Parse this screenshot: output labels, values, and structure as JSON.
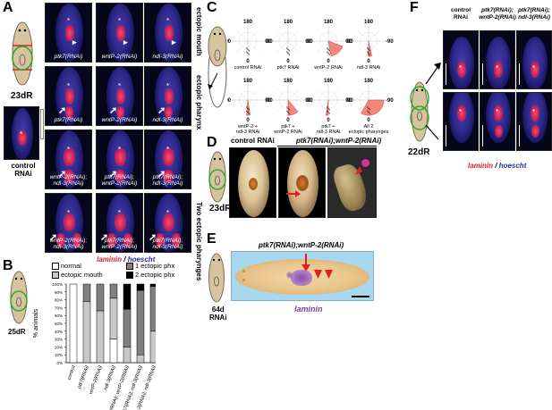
{
  "panels": {
    "A": {
      "letter": "A",
      "timepoint": "23dR",
      "control_caption_1": "control",
      "control_caption_2": "RNAi",
      "rows": [
        {
          "label": "ectopic mouth",
          "cells": [
            "ptk7(RNAi)",
            "wntP-2(RNAi)",
            "ndl-3(RNAi)"
          ]
        },
        {
          "label": "ectopic pharynx",
          "cells": [
            "ptk7(RNAi)",
            "wntP-2(RNAi)",
            "ndl-3(RNAi)"
          ]
        },
        {
          "label": "",
          "cells": [
            [
              "wntP-2(RNAi);",
              "ndl-3(RNAi)"
            ],
            [
              "ptk7(RNAi);",
              "wntP-2(RNAi)"
            ],
            [
              "ptk7(RNAi);",
              "ndl-3(RNAi)"
            ]
          ]
        },
        {
          "label": "Two ectopic pharynges",
          "cells": [
            [
              "wntP-2(RNAi);",
              "ndl-3(RNAi)"
            ],
            [
              "ptk7(RNAi);",
              "wntP-2(RNAi)"
            ],
            [
              "ptk7(RNAi);",
              "ndl-3(RNAi)"
            ]
          ]
        }
      ],
      "stain_red": "laminin",
      "stain_sep": " / ",
      "stain_blue": "hoescht"
    },
    "B": {
      "letter": "B",
      "timepoint": "25dR",
      "legend": [
        {
          "label": "normal",
          "color": "#ffffff"
        },
        {
          "label": "ectopic mouth",
          "color": "#c8c8c8"
        },
        {
          "label": "1 ectopic phx",
          "color": "#808080"
        },
        {
          "label": "2 ectopic phx",
          "color": "#000000"
        }
      ],
      "ylabel": "% animals",
      "yticks": [
        "0%",
        "10%",
        "20%",
        "30%",
        "40%",
        "50%",
        "60%",
        "70%",
        "80%",
        "90%",
        "100%"
      ]
    },
    "C": {
      "letter": "C",
      "polar_ticks": {
        "top": "180",
        "left": "90",
        "right": "-90",
        "bottom": "0"
      },
      "plots": [
        {
          "label": "control RNAi"
        },
        {
          "label": "ptk7 RNAi"
        },
        {
          "label": "wntP-2 RNAi"
        },
        {
          "label": "ndl-3 RNAi"
        },
        {
          "label": "wntP-2 + ndl-3 RNAi"
        },
        {
          "label": "ptk7 + wntP-2 RNAi"
        },
        {
          "label": "ptk7 + ndl-3 RNAi"
        },
        {
          "label": "All 2 ectopic pharynges"
        }
      ]
    },
    "D": {
      "letter": "D",
      "timepoint": "23dR",
      "left_label": "control RNAi",
      "right_label": "ptk7(RNAi);wntP-2(RNAi)"
    },
    "E": {
      "letter": "E",
      "title": "ptk7(RNAi);wntP-2(RNAi)",
      "timepoint_1": "64d",
      "timepoint_2": "RNAi",
      "stain": "laminin"
    },
    "F": {
      "letter": "F",
      "timepoint": "22dR",
      "columns": [
        [
          "control",
          "RNAi"
        ],
        [
          "ptk7(RNAi);",
          "wntP-2(RNAi)"
        ],
        [
          "ptk7(RNAi);",
          "ndl-3(RNAi)"
        ]
      ],
      "stain_red": "laminin",
      "stain_sep": " / ",
      "stain_blue": "hoescht"
    }
  },
  "chart_data": {
    "type": "bar",
    "stacked": true,
    "categories": [
      "control",
      "ptk7(RNAi)",
      "wntP-2(RNAi)",
      "ndl-3(RNAi)",
      "ptk7(RNAi); wntP-2(RNAi)",
      "ptk7(RNAi); ndl-3(RNAi)",
      "wntP-2(RNAi); ndl-3(RNAi)"
    ],
    "series": [
      {
        "name": "normal",
        "values": [
          100,
          0,
          0,
          30,
          0,
          0,
          0
        ]
      },
      {
        "name": "ectopic mouth",
        "values": [
          0,
          78,
          66,
          52,
          20,
          10,
          40
        ]
      },
      {
        "name": "1 ectopic phx",
        "values": [
          0,
          22,
          34,
          18,
          48,
          82,
          57
        ]
      },
      {
        "name": "2 ectopic phx",
        "values": [
          0,
          0,
          0,
          0,
          32,
          8,
          3
        ]
      }
    ],
    "ylabel": "% animals",
    "ylim": [
      0,
      100
    ],
    "colors": [
      "#ffffff",
      "#c8c8c8",
      "#808080",
      "#000000"
    ]
  }
}
